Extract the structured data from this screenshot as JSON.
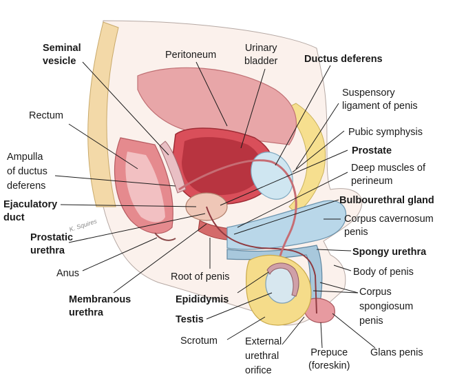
{
  "labels": {
    "seminal_vesicle": "Seminal\nvesicle",
    "peritoneum": "Peritoneum",
    "urinary_bladder": "Urinary\nbladder",
    "ductus_deferens": "Ductus deferens",
    "suspensory_ligament": "Suspensory\nligament of penis",
    "rectum": "Rectum",
    "pubic_symphysis": "Pubic symphysis",
    "ampulla": "Ampulla\nof ductus\ndeferens",
    "prostate": "Prostate",
    "deep_muscles": "Deep muscles of\nperineum",
    "ejaculatory_duct": "Ejaculatory\nduct",
    "bulbourethral_gland": "Bulbourethral gland",
    "corpus_cavernosum": "Corpus cavernosum\npenis",
    "prostatic_urethra": "Prostatic\nurethra",
    "spongy_urethra": "Spongy urethra",
    "anus": "Anus",
    "root_of_penis": "Root of penis",
    "body_of_penis": "Body of penis",
    "membranous_urethra": "Membranous\nurethra",
    "epididymis": "Epididymis",
    "corpus_spongiosum": "Corpus\nspongiosum\npenis",
    "testis": "Testis",
    "scrotum": "Scrotum",
    "external_urethral_orifice": "External\nurethral\norifice",
    "prepuce": "Prepuce\n(foreskin)",
    "glans_penis": "Glans penis"
  },
  "signature": "K. Squires"
}
